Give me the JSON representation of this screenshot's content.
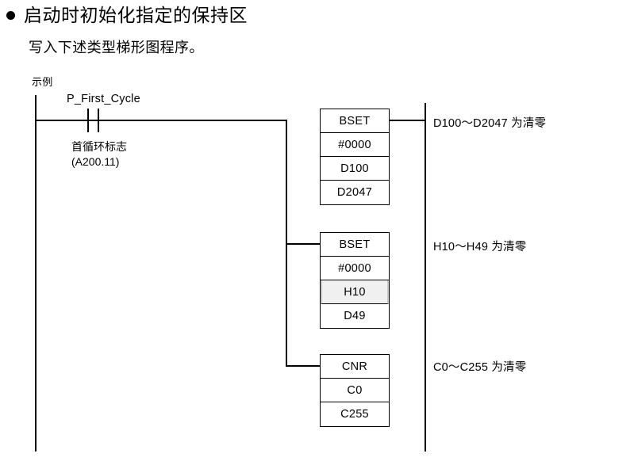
{
  "heading": {
    "bullet": "bullet-marker",
    "title": "启动时初始化指定的保持区"
  },
  "subtitle": "写入下述类型梯形图程序。",
  "example_label": "示例",
  "ladder": {
    "contact": {
      "type": "normally-open-contact",
      "label_top": "P_First_Cycle",
      "label_bottom_line1": "首循环标志",
      "label_bottom_line2": "(A200.11)"
    },
    "rungs": [
      {
        "instruction": "BSET",
        "operands": [
          "#0000",
          "D100",
          "D2047"
        ],
        "highlight_index": -1,
        "annotation": "D100〜D2047 为清零"
      },
      {
        "instruction": "BSET",
        "operands": [
          "#0000",
          "H10",
          "D49"
        ],
        "highlight_index": 1,
        "annotation": "H10〜H49 为清零"
      },
      {
        "instruction": "CNR",
        "operands": [
          "C0",
          "C255"
        ],
        "highlight_index": -1,
        "annotation": "C0〜C255  为清零"
      }
    ]
  },
  "colors": {
    "line": "#000000",
    "highlight": "#f0f0f0",
    "background": "#ffffff"
  }
}
